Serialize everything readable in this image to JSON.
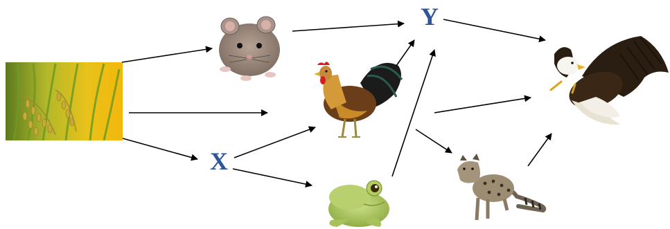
{
  "diagram": {
    "type": "food-web",
    "labels": {
      "x": "X",
      "y": "Y"
    },
    "nodes": [
      {
        "id": "rice",
        "name": "rice-plant"
      },
      {
        "id": "mouse",
        "name": "mouse"
      },
      {
        "id": "rooster",
        "name": "rooster"
      },
      {
        "id": "x",
        "name": "organism-x"
      },
      {
        "id": "y",
        "name": "organism-y"
      },
      {
        "id": "frog",
        "name": "frog"
      },
      {
        "id": "civet",
        "name": "civet"
      },
      {
        "id": "eagle",
        "name": "eagle"
      }
    ],
    "edges": [
      {
        "from": "rice",
        "to": "mouse"
      },
      {
        "from": "rice",
        "to": "rooster"
      },
      {
        "from": "rice",
        "to": "x"
      },
      {
        "from": "mouse",
        "to": "y"
      },
      {
        "from": "x",
        "to": "rooster"
      },
      {
        "from": "x",
        "to": "frog"
      },
      {
        "from": "rooster",
        "to": "y"
      },
      {
        "from": "frog",
        "to": "y"
      },
      {
        "from": "y",
        "to": "eagle"
      },
      {
        "from": "rooster",
        "to": "eagle"
      },
      {
        "from": "rooster",
        "to": "civet"
      },
      {
        "from": "civet",
        "to": "eagle"
      }
    ],
    "colors": {
      "label": "#2e5597",
      "arrow": "#000000"
    }
  }
}
